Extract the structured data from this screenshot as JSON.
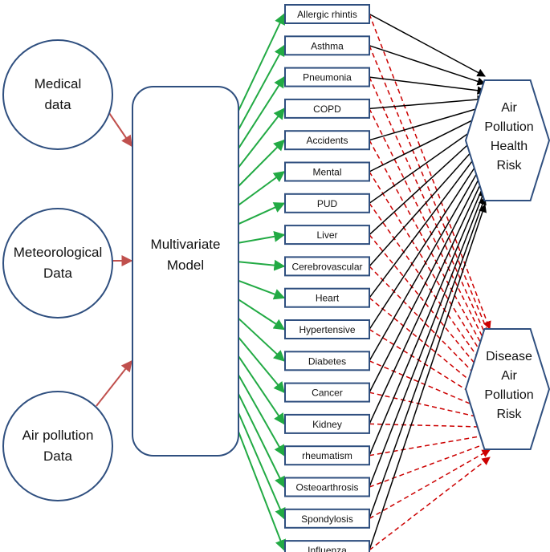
{
  "inputs": [
    {
      "line1": "Medical",
      "line2": "data"
    },
    {
      "line1": "Meteorological",
      "line2": "Data"
    },
    {
      "line1": "Air pollution",
      "line2": "Data"
    }
  ],
  "model": {
    "line1": "Multivariate",
    "line2": "Model"
  },
  "diseases": [
    "Allergic rhintis",
    "Asthma",
    "Pneumonia",
    "COPD",
    "Accidents",
    "Mental",
    "PUD",
    "Liver",
    "Cerebrovascular",
    "Heart",
    "Hypertensive",
    "Diabetes",
    "Cancer",
    "Kidney",
    "rheumatism",
    "Osteoarthrosis",
    "Spondylosis",
    "Influenza"
  ],
  "outputs": [
    {
      "lines": [
        "Air",
        "Pollution",
        "Health",
        "Risk"
      ]
    },
    {
      "lines": [
        "Disease",
        "Air",
        "Pollution",
        "Risk"
      ]
    }
  ],
  "colors": {
    "circle_stroke": "#2f4f7f",
    "box_stroke": "#2f4f7f",
    "input_arrow": "#c0504d",
    "model_arrow": "#22aa44",
    "health_arrow": "#000000",
    "disease_arrow": "#cc0000"
  }
}
